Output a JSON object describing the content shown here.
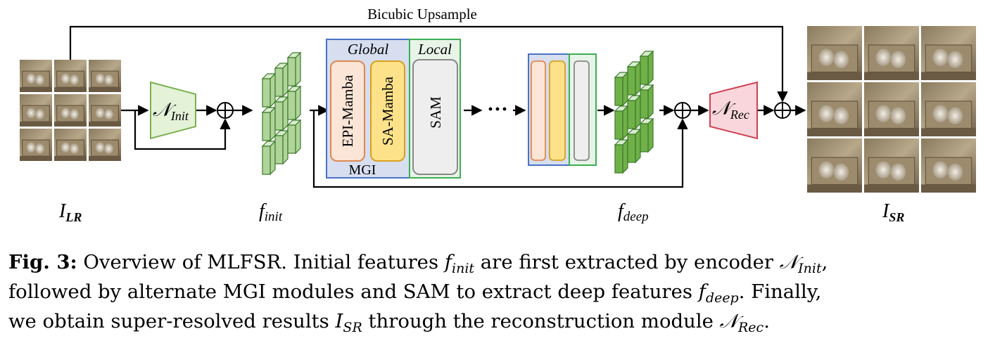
{
  "labels": {
    "bicubic": "Bicubic Upsample",
    "encoder": "𝒩",
    "encoder_sub": "Init",
    "reconstructor": "𝒩",
    "reconstructor_sub": "Rec",
    "global": "Global",
    "local": "Local",
    "epi_mamba": "EPI-Mamba",
    "sa_mamba": "SA-Mamba",
    "sam": "SAM",
    "mgi": "MGI",
    "ellipsis": "···",
    "in_img": "I",
    "in_img_sub": "LR",
    "f_init": "f",
    "f_init_sub": "init",
    "f_deep": "f",
    "f_deep_sub": "deep",
    "out_img": "I",
    "out_img_sub": "SR",
    "plus": "⊕"
  },
  "caption": {
    "fig": "Fig. 3:",
    "s1": " Overview of MLFSR. Initial features ",
    "f1": "f",
    "f1_sub": "init",
    "s2": " are first extracted by encoder ",
    "n1": "𝒩",
    "n1_sub": "Init",
    "s3": ",",
    "s4": "followed by alternate MGI modules and SAM to extract deep features ",
    "f2": "f",
    "f2_sub": "deep",
    "s5": ". Finally,",
    "s6": "we obtain super-resolved results ",
    "i1": "I",
    "i1_sub": "SR",
    "s7": " through the reconstruction module ",
    "n2": "𝒩",
    "n2_sub": "Rec",
    "s8": "."
  },
  "colors": {
    "global_fill": "#d6deef",
    "global_stroke": "#4a72c4",
    "local_fill": "#e8f4e8",
    "local_stroke": "#3cae54",
    "epi_fill": "#fbe5d6",
    "epi_stroke": "#e08850",
    "sa_fill": "#fde28a",
    "sa_stroke": "#d9a020",
    "sam_fill": "#eeeeee",
    "sam_stroke": "#888888",
    "encoder_fill": "#e4f2d8",
    "encoder_stroke": "#7ab050",
    "rec_fill": "#f8d6dc",
    "rec_stroke": "#d04050",
    "feat_init": "#b0d49a",
    "feat_deep": "#70b048"
  }
}
